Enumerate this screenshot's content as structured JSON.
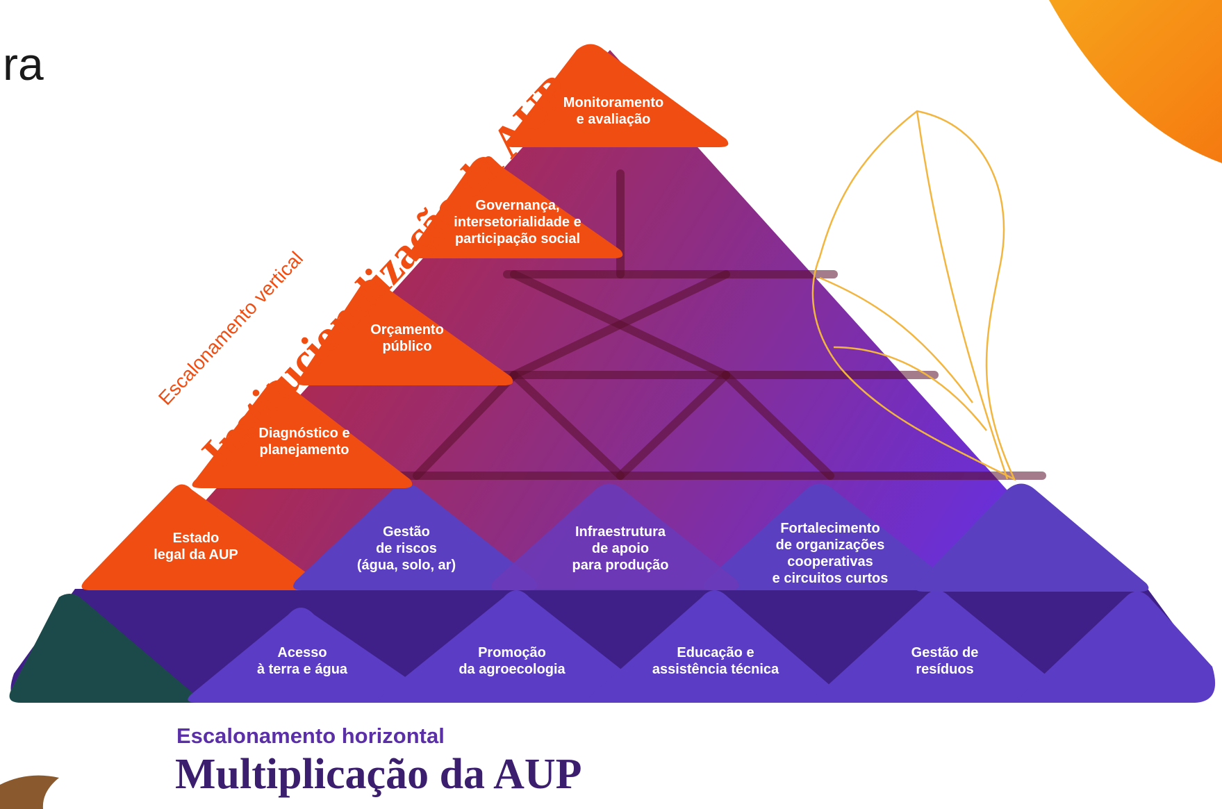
{
  "page_fragment": "ra",
  "vertical_axis": {
    "subtitle": "Escalonamento vertical",
    "title": "Institucionalização da AUP"
  },
  "horizontal_axis": {
    "subtitle": "Escalonamento horizontal",
    "title": "Multiplicação da AUP"
  },
  "pyramid": {
    "tiers": [
      {
        "tier": 1,
        "blocks": [
          {
            "label": "Acesso\nà terra e água"
          },
          {
            "label": "Promoção\nda agroecologia"
          },
          {
            "label": "Educação e\nassistência técnica"
          },
          {
            "label": "Gestão de\nresíduos"
          }
        ]
      },
      {
        "tier": 2,
        "blocks": [
          {
            "label": "Estado\nlegal da AUP"
          },
          {
            "label": "Gestão\nde riscos\n(água, solo, ar)"
          },
          {
            "label": "Infraestrutura\nde apoio\npara produção"
          },
          {
            "label": "Fortalecimento\nde organizações\ncooperativas\ne circuitos curtos"
          }
        ]
      },
      {
        "tier": 3,
        "blocks": [
          {
            "label": "Diagnóstico e\nplanejamento"
          }
        ]
      },
      {
        "tier": 4,
        "blocks": [
          {
            "label": "Orçamento\npúblico"
          }
        ]
      },
      {
        "tier": 5,
        "blocks": [
          {
            "label": "Governança,\nintersetorialidade e\nparticipação social"
          }
        ]
      },
      {
        "tier": 6,
        "blocks": [
          {
            "label": "Monitoramento\ne avaliação"
          }
        ]
      }
    ]
  },
  "colors": {
    "orange": "#f04d12",
    "purple": "#5a3fc0",
    "dark_purple": "#3a1f7a",
    "dark_teal": "#1c4a4a",
    "leaf_outline": "#f2b640",
    "corner_orange": "#f7a21b"
  }
}
